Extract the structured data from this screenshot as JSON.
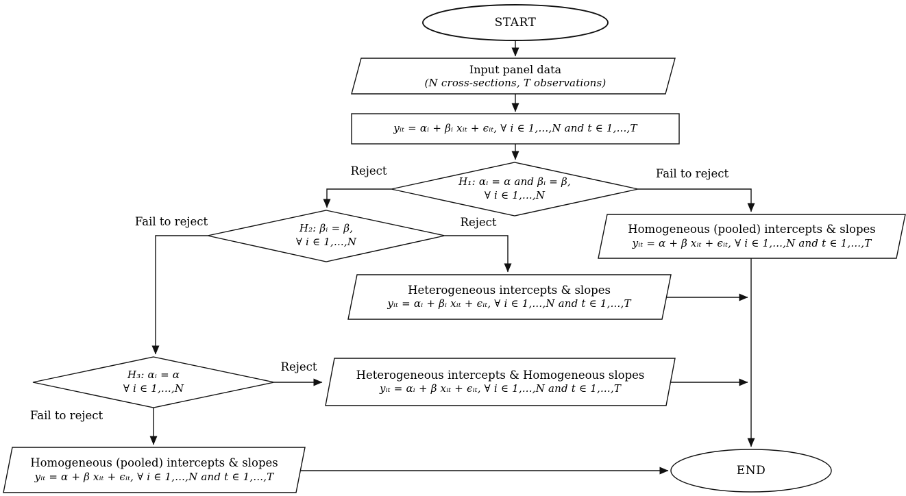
{
  "nodes": {
    "start": {
      "label": "START"
    },
    "input_data": {
      "line1": "Input panel data",
      "line2": "(N cross-sections, T observations)"
    },
    "base_model": {
      "equation": "yᵢₜ = αᵢ + βᵢ xᵢₜ + ϵᵢₜ, ∀ i ∈ 1,...,N and t ∈ 1,...,T"
    },
    "h1": {
      "line1": "H₁: αᵢ = α and βᵢ = β,",
      "line2": "∀ i ∈ 1,...,N"
    },
    "h2": {
      "line1": "H₂: βᵢ = β,",
      "line2": "∀ i ∈ 1,...,N"
    },
    "h3": {
      "line1": "H₃:  αᵢ = α",
      "line2": "∀ i ∈ 1,...,N"
    },
    "pooled_top": {
      "title": "Homogeneous (pooled) intercepts & slopes",
      "equation": "yᵢₜ = α + β xᵢₜ + ϵᵢₜ, ∀ i ∈ 1,...,N and t ∈ 1,...,T"
    },
    "heterogeneous": {
      "title": "Heterogeneous intercepts & slopes",
      "equation": "yᵢₜ = αᵢ + βᵢ xᵢₜ + ϵᵢₜ, ∀ i ∈ 1,...,N and t ∈ 1,...,T"
    },
    "hetero_homog": {
      "title": "Heterogeneous intercepts & Homogeneous slopes",
      "equation": "yᵢₜ = αᵢ + β xᵢₜ + ϵᵢₜ, ∀ i ∈ 1,...,N and t ∈ 1,...,T"
    },
    "pooled_bottom": {
      "title": "Homogeneous (pooled) intercepts & slopes",
      "equation": "yᵢₜ = α + β xᵢₜ + ϵᵢₜ, ∀ i ∈ 1,...,N and t ∈ 1,...,T"
    },
    "end": {
      "label": "END"
    }
  },
  "edge_labels": {
    "h1_reject": "Reject",
    "h1_fail": "Fail to reject",
    "h2_reject": "Reject",
    "h2_fail": "Fail to reject",
    "h3_reject": "Reject",
    "h3_fail": "Fail to reject"
  },
  "colors": {
    "stroke": "#111111",
    "background": "#ffffff",
    "text": "#000000"
  }
}
